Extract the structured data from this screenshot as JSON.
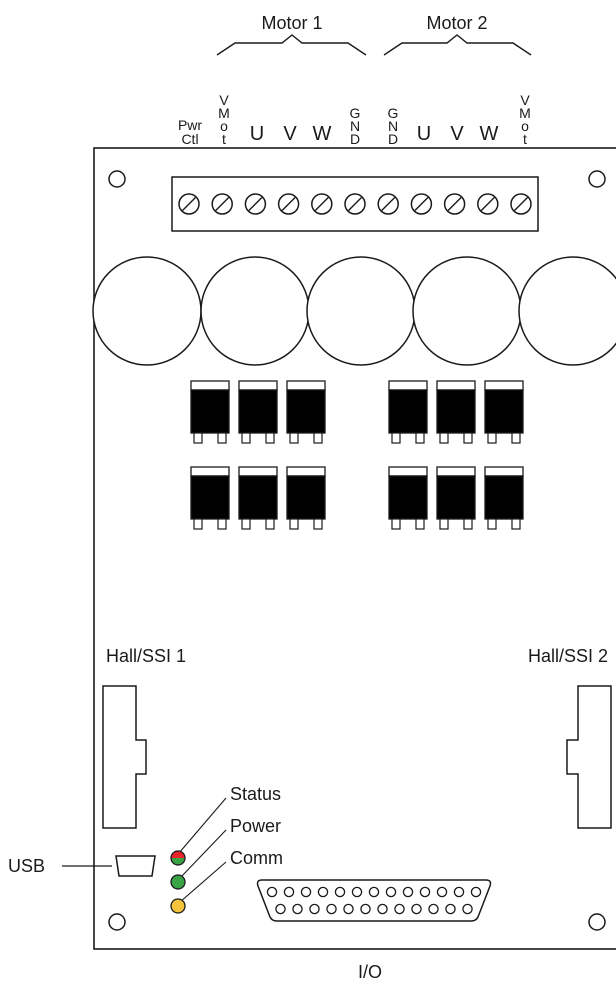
{
  "groups": {
    "motor1": "Motor 1",
    "motor2": "Motor 2"
  },
  "terminals": [
    {
      "id": "pwr-ctl",
      "lines": [
        "Pwr",
        "Ctl"
      ]
    },
    {
      "id": "vmot-1",
      "lines": [
        "V",
        "M",
        "o",
        "t"
      ]
    },
    {
      "id": "u-1",
      "lines": [
        "U"
      ]
    },
    {
      "id": "v-1",
      "lines": [
        "V"
      ]
    },
    {
      "id": "w-1",
      "lines": [
        "W"
      ]
    },
    {
      "id": "gnd-1",
      "lines": [
        "G",
        "N",
        "D"
      ]
    },
    {
      "id": "gnd-2",
      "lines": [
        "G",
        "N",
        "D"
      ]
    },
    {
      "id": "u-2",
      "lines": [
        "U"
      ]
    },
    {
      "id": "v-2",
      "lines": [
        "V"
      ]
    },
    {
      "id": "w-2",
      "lines": [
        "W"
      ]
    },
    {
      "id": "vmot-2",
      "lines": [
        "V",
        "M",
        "o",
        "t"
      ]
    }
  ],
  "connectors": {
    "hall1": "Hall/SSI 1",
    "hall2": "Hall/SSI 2",
    "usb": "USB",
    "io": "I/O"
  },
  "leds": [
    {
      "label": "Status",
      "color": "#e8252b",
      "color2": "#3aa346"
    },
    {
      "label": "Power",
      "color": "#3aa346"
    },
    {
      "label": "Comm",
      "color": "#f5c33b"
    }
  ],
  "colors": {
    "line": "#1a1a1a",
    "mosfet": "#000000"
  }
}
